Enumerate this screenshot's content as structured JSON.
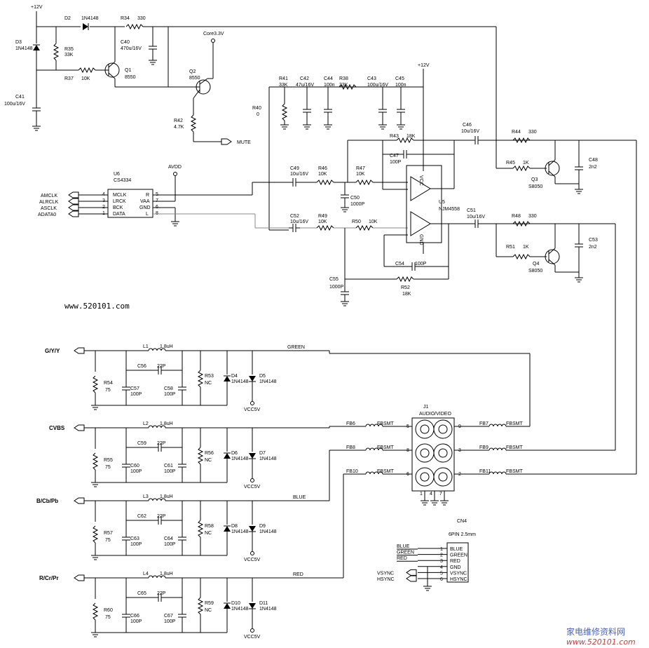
{
  "supply": {
    "v12": "+12V",
    "core": "Core3.3V",
    "avdd": "AVDD",
    "vcc5v": "VCC5V"
  },
  "power_section": {
    "D2": "D2",
    "D2v": "1N4148",
    "D3": "D3",
    "D3v": "1N4148",
    "R34": "R34",
    "R34v": "330",
    "R35": "R35",
    "R35v": "33K",
    "R37": "R37",
    "R37v": "10K",
    "C40": "C40",
    "C40v": "470u/16V",
    "C41": "C41",
    "C41v": "100u/16V",
    "Q1": "Q1",
    "Q1v": "8550",
    "Q2": "Q2",
    "Q2v": "8550",
    "R42": "R42",
    "R42v": "4.7K",
    "mute": "MUTE"
  },
  "dac": {
    "ref": "U6",
    "part": "CS4334",
    "pins_left": [
      "MCLK",
      "LRCK",
      "BCK",
      "DATA"
    ],
    "pins_right": [
      "R",
      "VAA",
      "GND",
      "L"
    ],
    "pin_nums_left": [
      "4",
      "3",
      "2",
      "1"
    ],
    "pin_nums_right": [
      "5",
      "7",
      "6",
      "8"
    ],
    "signals": [
      "AMCLK",
      "ALRCLK",
      "ASCLK",
      "ADATA0"
    ]
  },
  "opamp": {
    "ref": "U5",
    "part": "NJM4558",
    "vcc": "VCC",
    "gnd": "GND",
    "labels": [
      [
        "R41",
        "33K"
      ],
      [
        "C42",
        "47u/16V"
      ],
      [
        "C44",
        "100n"
      ],
      [
        "R38",
        "33K"
      ],
      [
        "C43",
        "100u/16V"
      ],
      [
        "C45",
        "100n"
      ],
      [
        "R40",
        "0"
      ],
      [
        "R43",
        "18K"
      ],
      [
        "C47",
        "100P"
      ],
      [
        "C49",
        "10u/16V"
      ],
      [
        "R46",
        "10K"
      ],
      [
        "R47",
        "10K"
      ],
      [
        "C50",
        "1000P"
      ],
      [
        "C52",
        "10u/16V"
      ],
      [
        "R49",
        "10K"
      ],
      [
        "R50",
        "10K"
      ],
      [
        "C54",
        "100P"
      ],
      [
        "C55",
        "1000P"
      ],
      [
        "R52",
        "18K"
      ],
      [
        "C46",
        "10u/16V"
      ],
      [
        "C51",
        "10u/16V"
      ]
    ]
  },
  "output_stage": {
    "labels": [
      [
        "R44",
        "330"
      ],
      [
        "R45",
        "1K"
      ],
      [
        "Q3",
        "S8050"
      ],
      [
        "C48",
        "2n2"
      ],
      [
        "R48",
        "330"
      ],
      [
        "R51",
        "1K"
      ],
      [
        "Q4",
        "S8050"
      ],
      [
        "C53",
        "2n2"
      ]
    ]
  },
  "video_inputs": [
    {
      "name": "G/Y/Y",
      "net": "GREEN",
      "L": "L1",
      "Lv": "1.8uH",
      "Ca": "C56",
      "Cav": "22P",
      "Cb": "C57",
      "Cbv": "100P",
      "Cc": "C58",
      "Ccv": "100P",
      "R1": "R54",
      "R1v": "75",
      "R2": "R53",
      "R2v": "NC",
      "Da": "D4",
      "Dav": "1N4148",
      "Db": "D5",
      "Dbv": "1N4148"
    },
    {
      "name": "CVBS",
      "net": "",
      "L": "L2",
      "Lv": "1.8uH",
      "Ca": "C59",
      "Cav": "22P",
      "Cb": "C60",
      "Cbv": "100P",
      "Cc": "C61",
      "Ccv": "100P",
      "R1": "R55",
      "R1v": "75",
      "R2": "R56",
      "R2v": "NC",
      "Da": "D6",
      "Dav": "1N4148",
      "Db": "D7",
      "Dbv": "1N4148"
    },
    {
      "name": "B/Cb/Pb",
      "net": "BLUE",
      "L": "L3",
      "Lv": "1.8uH",
      "Ca": "C62",
      "Cav": "22P",
      "Cb": "C63",
      "Cbv": "100P",
      "Cc": "C64",
      "Ccv": "100P",
      "R1": "R57",
      "R1v": "75",
      "R2": "R58",
      "R2v": "NC",
      "Da": "D8",
      "Dav": "1N4148",
      "Db": "D9",
      "Dbv": "1N4148"
    },
    {
      "name": "R/Cr/Pr",
      "net": "RED",
      "L": "L4",
      "Lv": "1.8uH",
      "Ca": "C65",
      "Cav": "22P",
      "Cb": "C66",
      "Cbv": "100P",
      "Cc": "C67",
      "Ccv": "100P",
      "R1": "R60",
      "R1v": "75",
      "R2": "R59",
      "R2v": "NC",
      "Da": "D10",
      "Dav": "1N4148",
      "Db": "D11",
      "Dbv": "1N4148"
    }
  ],
  "connector": {
    "ref": "J1",
    "name": "AUDIO/VIDEO",
    "left_ferrites": [
      [
        "FB6",
        "FBSMT"
      ],
      [
        "FB8",
        "FBSMT"
      ],
      [
        "FB10",
        "FBSMT"
      ]
    ],
    "right_ferrites": [
      [
        "FB7",
        "FBSMT"
      ],
      [
        "FB9",
        "FBSMT"
      ],
      [
        "FB11",
        "FBSMT"
      ]
    ],
    "left_pins": [
      "5",
      "8",
      "6"
    ],
    "right_pins": [
      "9",
      "3",
      "2"
    ],
    "bottom_pins": [
      "1",
      "4",
      "7"
    ]
  },
  "cn4": {
    "ref": "CN4",
    "desc": "6PIN 2.5mm",
    "pins": [
      "BLUE",
      "GREEN",
      "RED",
      "GND",
      "VSYNC",
      "HSYNC"
    ],
    "nums": [
      "1",
      "2",
      "3",
      "4",
      "5",
      "6"
    ],
    "nets": [
      "BLUE",
      "GREEN",
      "RED",
      "",
      "VSYNC",
      "HSYNC"
    ]
  },
  "watermarks": {
    "site": "www.520101.com",
    "cn": "家电维修资料网",
    "url": "www.520101.com"
  }
}
